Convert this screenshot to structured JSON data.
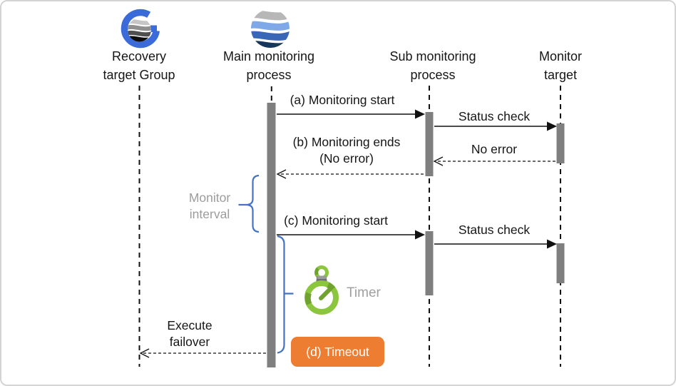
{
  "actors": [
    {
      "id": "recovery-target-group",
      "line1": "Recovery",
      "line2": "target Group",
      "icon": "group-globe-g-logo-icon"
    },
    {
      "id": "main-monitoring-process",
      "line1": "Main monitoring",
      "line2": "process",
      "icon": "wave-sphere-logo-icon"
    },
    {
      "id": "sub-monitoring-process",
      "line1": "Sub monitoring",
      "line2": "process"
    },
    {
      "id": "monitor-target",
      "line1": "Monitor",
      "line2": "target"
    }
  ],
  "messages": {
    "monitoring_start_a": "(a) Monitoring start",
    "status_check_1": "Status check",
    "monitoring_ends_b_line1": "(b) Monitoring ends",
    "monitoring_ends_b_line2": "(No error)",
    "no_error": "No error",
    "monitoring_start_c": "(c) Monitoring start",
    "status_check_2": "Status check",
    "execute_failover_line1": "Execute",
    "execute_failover_line2": "failover",
    "timeout_badge": "(d) Timeout"
  },
  "annotations": {
    "monitor_interval_line1": "Monitor",
    "monitor_interval_line2": "interval",
    "timer_label": "Timer"
  },
  "icons": {
    "recovery_actor_icon": "group-globe-g-logo-icon",
    "main_actor_icon": "wave-sphere-logo-icon",
    "timer_icon": "stopwatch-icon"
  },
  "colors": {
    "brace_bracket_blue": "#4472C4",
    "timeout_orange": "#ED7D31",
    "timer_green": "#8CC63E",
    "timer_green_dark": "#6FA22E",
    "activation_bar_gray": "#7F7F7F",
    "muted_label_gray": "#9C9C9C",
    "logo_blue": "#3A6BD8",
    "logo_light_blue": "#7FA8E8",
    "logo_mid_blue": "#3A66B8",
    "logo_navy": "#17365C"
  }
}
